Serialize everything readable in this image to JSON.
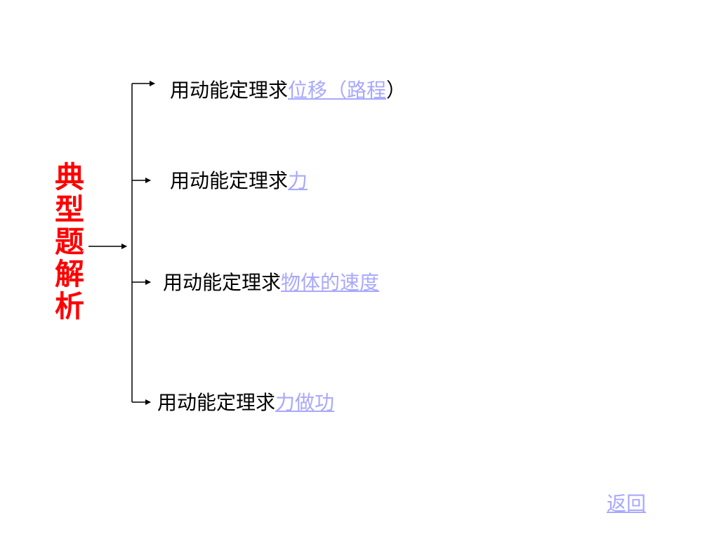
{
  "title_chars": [
    "典",
    "型",
    "题",
    "解",
    "析"
  ],
  "items": [
    {
      "prefix": "用动能定理求",
      "link": "位移（路程",
      "suffix": "）"
    },
    {
      "prefix": "用动能定理求",
      "link": "力",
      "suffix": ""
    },
    {
      "prefix": "用动能定理求",
      "link": "物体的速度",
      "suffix": ""
    },
    {
      "prefix": "用动能定理求",
      "link": "力做功",
      "suffix": ""
    }
  ],
  "back_label": "返回",
  "colors": {
    "title": "#ff0000",
    "link": "#a8a8ff",
    "text": "#000000"
  }
}
